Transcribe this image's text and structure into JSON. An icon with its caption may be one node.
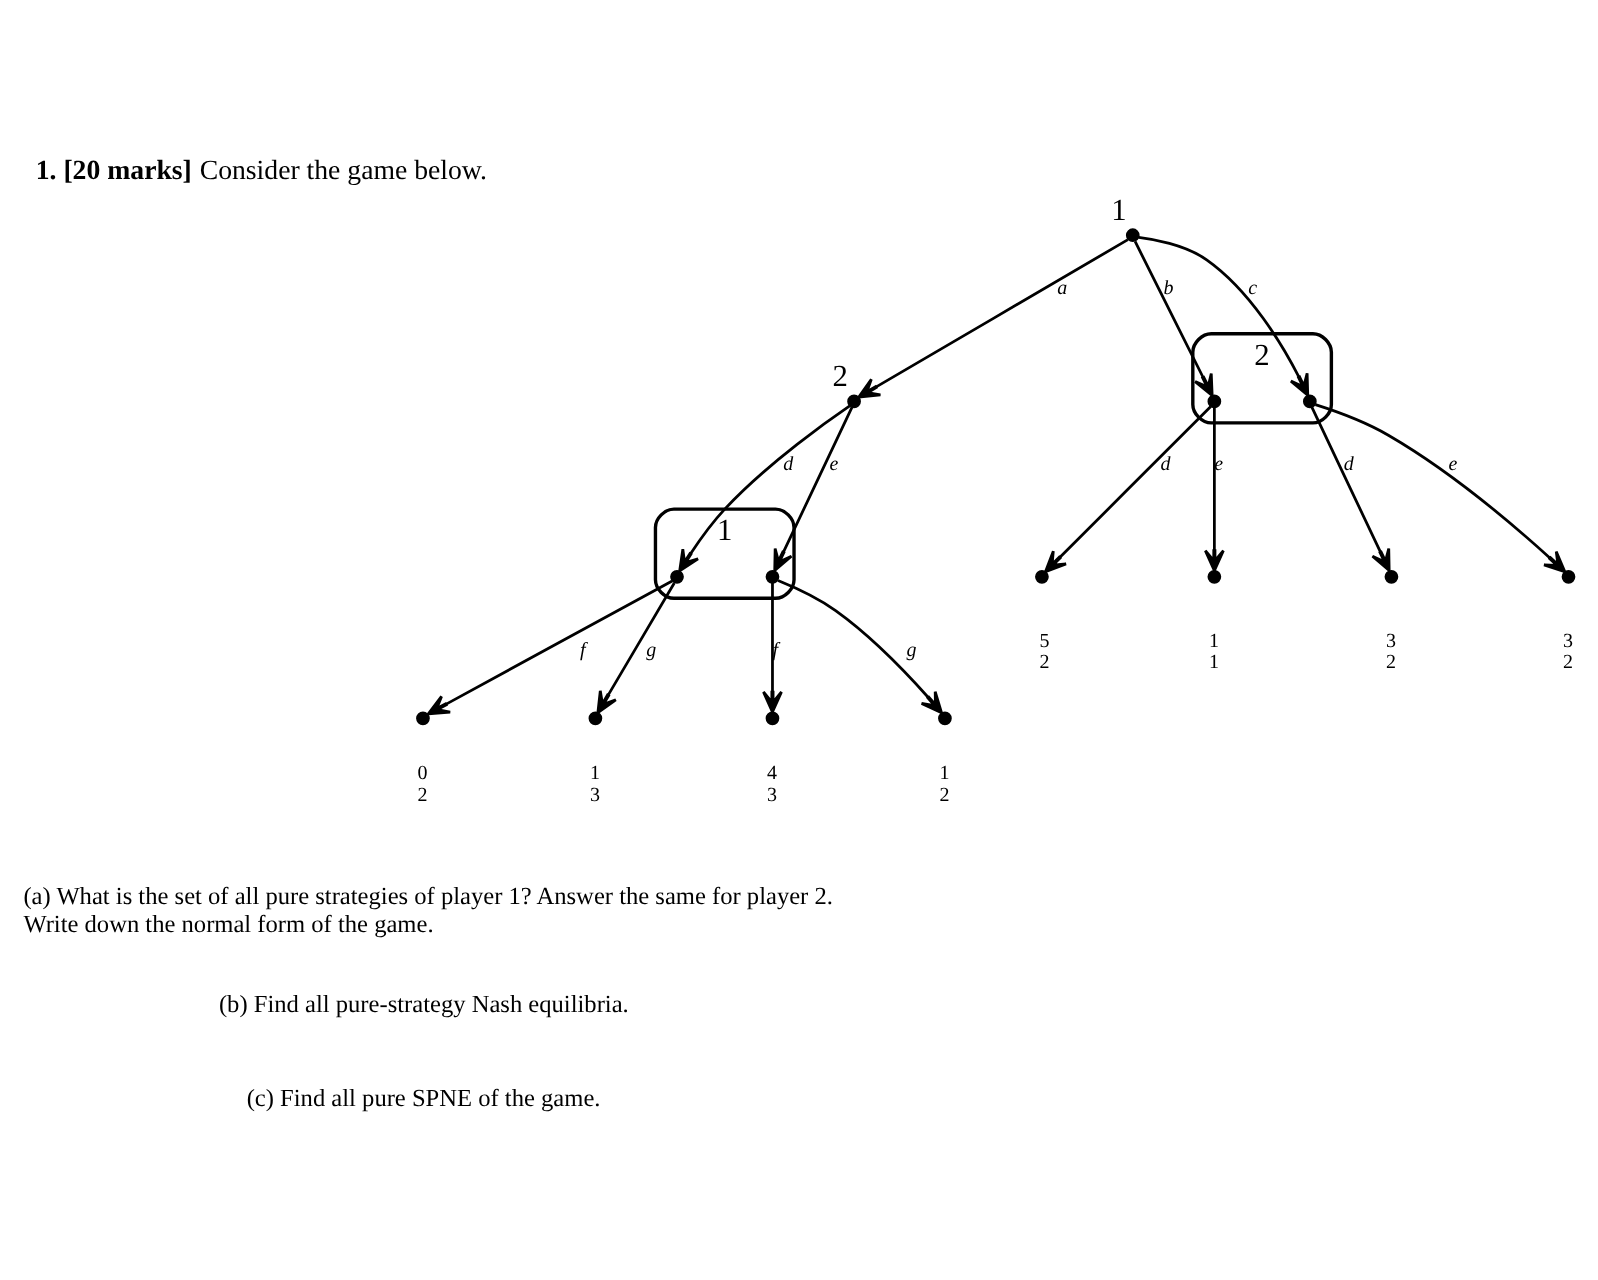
{
  "diagram": {
    "title": "**1. [20 marks]** Consider the game below.",
    "nodes": [
      {
        "text": [],
        "shape": "circle",
        "beside": [
          "1"
        ]
      },
      {
        "text": [],
        "shape": "circle",
        "beside": [
          "2"
        ]
      },
      {
        "text": [
          "1"
        ]
      },
      {
        "text": [],
        "shape": "circle",
        "in": 2
      },
      {
        "text": [],
        "shape": "circle",
        "in": 2
      },
      {
        "text": [
          "2"
        ]
      },
      {
        "text": [],
        "shape": "circle",
        "in": 5
      },
      {
        "text": [],
        "shape": "circle",
        "in": 5
      },
      {
        "text": [],
        "shape": "circle",
        "beside": [
          "0",
          "2"
        ]
      },
      {
        "text": [],
        "shape": "circle",
        "beside": [
          "1",
          "3"
        ]
      },
      {
        "text": [],
        "shape": "circle",
        "beside": [
          "4",
          "3"
        ]
      },
      {
        "text": [],
        "shape": "circle",
        "beside": [
          "1",
          "2"
        ]
      },
      {
        "text": [],
        "shape": "circle",
        "beside": [
          "5",
          "2"
        ]
      },
      {
        "text": [],
        "shape": "circle",
        "beside": [
          "1",
          "1"
        ]
      },
      {
        "text": [],
        "shape": "circle",
        "beside": [
          "3",
          "2"
        ]
      },
      {
        "text": [],
        "shape": "circle",
        "beside": [
          "3",
          "2"
        ]
      }
    ],
    "edges": [
      {
        "from": 0,
        "to": 1,
        "arrow": "to",
        "label": "a"
      },
      {
        "from": 0,
        "to": 6,
        "arrow": "to",
        "label": "b"
      },
      {
        "from": 0,
        "to": 7,
        "arrow": "to",
        "label": "c"
      },
      {
        "from": 1,
        "to": 3,
        "arrow": "to",
        "label": "d"
      },
      {
        "from": 1,
        "to": 4,
        "arrow": "to",
        "label": "e"
      },
      {
        "from": 6,
        "to": 12,
        "arrow": "to",
        "label": "d"
      },
      {
        "from": 6,
        "to": 13,
        "arrow": "to",
        "label": "e"
      },
      {
        "from": 7,
        "to": 14,
        "arrow": "to",
        "label": "d"
      },
      {
        "from": 7,
        "to": 15,
        "arrow": "to",
        "label": "e"
      },
      {
        "from": 3,
        "to": 8,
        "arrow": "to",
        "label": "f"
      },
      {
        "from": 3,
        "to": 9,
        "arrow": "to",
        "label": "g"
      },
      {
        "from": 4,
        "to": 10,
        "arrow": "to",
        "label": "f"
      },
      {
        "from": 4,
        "to": 11,
        "arrow": "to",
        "label": "g"
      }
    ],
    "labels": [
      "(a) What is the set of all pure strategies of player 1? Answer the same for player 2. Write down the normal form of the game.",
      "(b) Find all pure-strategy Nash equilibria.",
      "(c) Find all pure SPNE of the game."
    ]
  }
}
